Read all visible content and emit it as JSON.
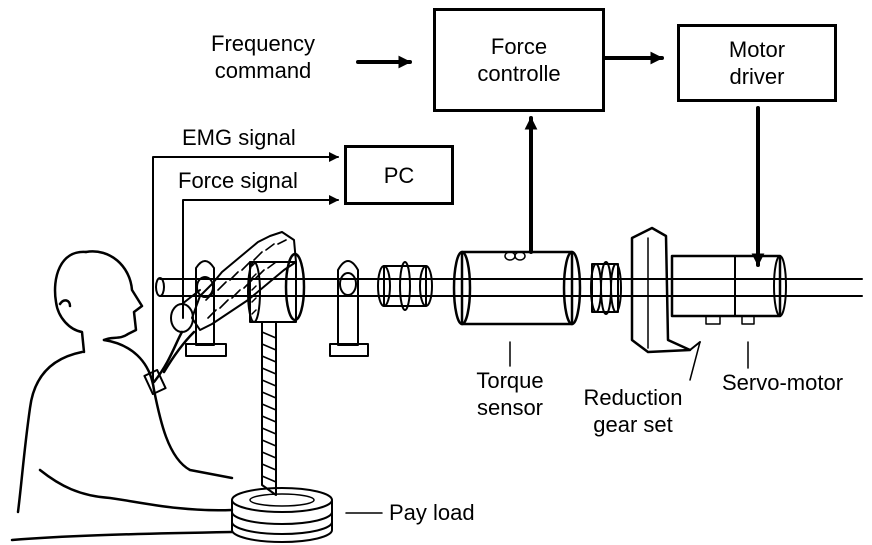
{
  "inputs": {
    "frequency_command": "Frequency\ncommand"
  },
  "blocks": {
    "force_controller": "Force\ncontrolle",
    "motor_driver": "Motor\ndriver",
    "pc": "PC"
  },
  "signals": {
    "emg": "EMG signal",
    "force": "Force signal"
  },
  "components": {
    "torque_sensor": "Torque\nsensor",
    "reduction_gear_set": "Reduction\ngear set",
    "servo_motor": "Servo-motor",
    "pay_load": "Pay load"
  }
}
